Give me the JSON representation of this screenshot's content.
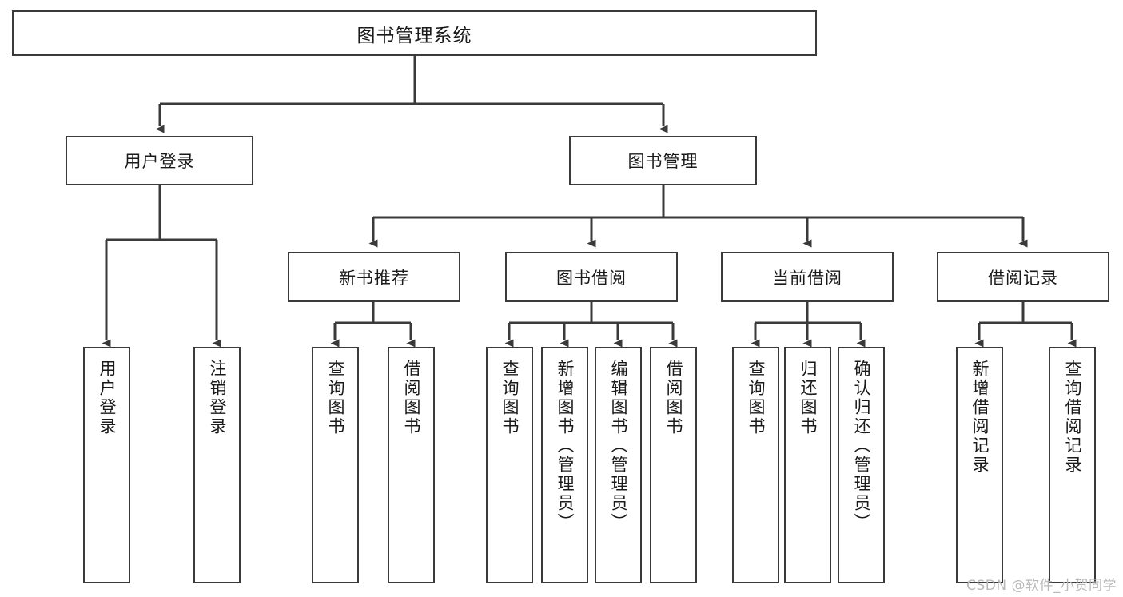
{
  "diagram": {
    "title": "图书管理系统",
    "type": "tree-hierarchy",
    "watermark": "CSDN @软件_小贺同学",
    "colors": {
      "stroke": "#3a3a3a",
      "fill": "#ffffff",
      "text": "#1a1a1a",
      "watermark": "#b9b9b9"
    },
    "root": {
      "label": "图书管理系统"
    },
    "level1": [
      {
        "label": "用户登录"
      },
      {
        "label": "图书管理"
      }
    ],
    "level2": [
      {
        "label": "新书推荐"
      },
      {
        "label": "图书借阅"
      },
      {
        "label": "当前借阅"
      },
      {
        "label": "借阅记录"
      }
    ],
    "leaves": [
      {
        "label": "用户登录",
        "parent": "用户登录"
      },
      {
        "label": "注销登录",
        "parent": "用户登录"
      },
      {
        "label": "查询图书",
        "parent": "新书推荐"
      },
      {
        "label": "借阅图书",
        "parent": "新书推荐"
      },
      {
        "label": "查询图书",
        "parent": "图书借阅"
      },
      {
        "label": "新增图书（管理员）",
        "parent": "图书借阅"
      },
      {
        "label": "编辑图书（管理员）",
        "parent": "图书借阅"
      },
      {
        "label": "借阅图书",
        "parent": "图书借阅"
      },
      {
        "label": "查询图书",
        "parent": "当前借阅"
      },
      {
        "label": "归还图书",
        "parent": "当前借阅"
      },
      {
        "label": "确认归还（管理员）",
        "parent": "当前借阅"
      },
      {
        "label": "新增借阅记录",
        "parent": "借阅记录"
      },
      {
        "label": "查询借阅记录",
        "parent": "借阅记录"
      }
    ]
  }
}
